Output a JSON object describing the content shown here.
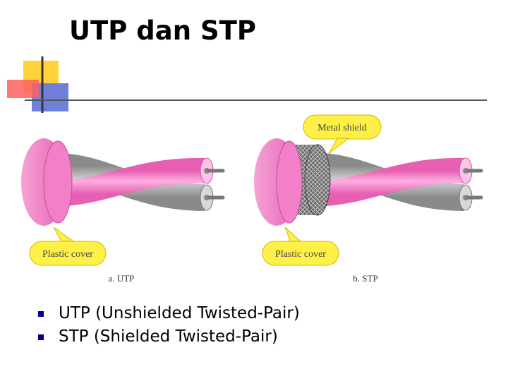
{
  "title": "UTP dan STP",
  "diagram": {
    "callouts": {
      "metal_shield": "Metal shield",
      "plastic_cover_a": "Plastic cover",
      "plastic_cover_b": "Plastic cover"
    },
    "captions": {
      "a": "a. UTP",
      "b": "b. STP"
    }
  },
  "bullets": [
    "UTP (Unshielded Twisted-Pair)",
    "STP (Shielded Twisted-Pair)"
  ],
  "colors": {
    "plastic_cover": "#f07cc6",
    "callout": "#fef046",
    "wire_pink": "#ff80cc",
    "wire_gray": "#b6b6b6",
    "bullet": "#000080"
  }
}
